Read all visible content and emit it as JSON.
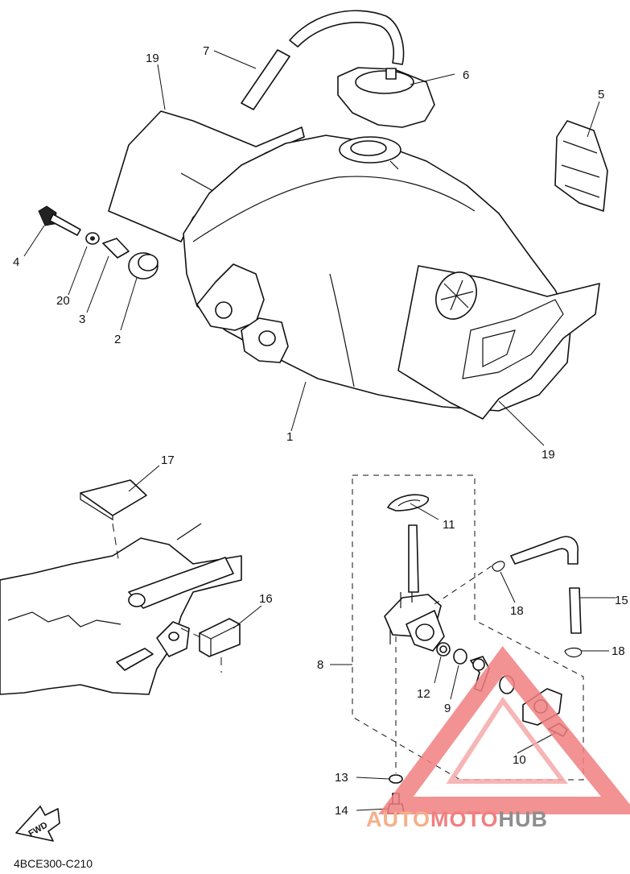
{
  "callouts": {
    "c1": "1",
    "c2": "2",
    "c3": "3",
    "c4": "4",
    "c5": "5",
    "c6": "6",
    "c7": "7",
    "c8": "8",
    "c9": "9",
    "c10": "10",
    "c11": "11",
    "c12": "12",
    "c13": "13",
    "c14": "14",
    "c15": "15",
    "c16": "16",
    "c17": "17",
    "c18a": "18",
    "c18b": "18",
    "c19a": "19",
    "c19b": "19",
    "c20": "20"
  },
  "fwd_label": "FWD",
  "diagram_code": "4BCE300-C210",
  "watermark": {
    "part_auto": "AUTO",
    "part_moto": "MOTO",
    "part_hub": "HUB",
    "color_auto": "#f4b08a",
    "color_moto": "#f07f7f",
    "color_hub": "#8e8e8e"
  }
}
